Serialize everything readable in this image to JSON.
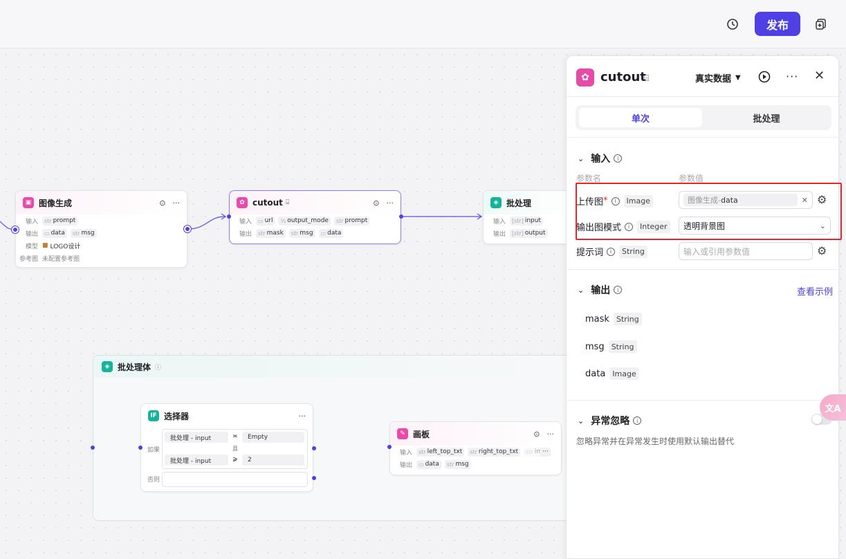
{
  "header": {
    "publish_label": "发布"
  },
  "nodes": {
    "imagegen": {
      "title": "图像生成",
      "in_label": "输入",
      "out_label": "输出",
      "model_label": "模型",
      "ref_label": "参考图",
      "in_params": [
        {
          "type": "str",
          "name": "prompt"
        }
      ],
      "out_params": [
        {
          "type": "img",
          "name": "data"
        },
        {
          "type": "str",
          "name": "msg"
        }
      ],
      "model": "LOGO设计",
      "ref_value": "未配置参考图"
    },
    "cutout": {
      "title": "cutout",
      "in_label": "输入",
      "out_label": "输出",
      "in_params": [
        {
          "type": "img",
          "name": "url"
        },
        {
          "type": "int",
          "name": "output_mode"
        },
        {
          "type": "str",
          "name": "prompt"
        }
      ],
      "out_params": [
        {
          "type": "str",
          "name": "mask"
        },
        {
          "type": "str",
          "name": "msg"
        },
        {
          "type": "img",
          "name": "data"
        }
      ]
    },
    "batch": {
      "title": "批处理",
      "in_label": "输入",
      "out_label": "输出",
      "in_params": [
        {
          "type": "[str]",
          "name": "input"
        }
      ],
      "out_params": [
        {
          "type": "[str]",
          "name": "output"
        }
      ]
    },
    "group": {
      "title": "批处理体"
    },
    "selector": {
      "title": "选择器",
      "if_label": "如果",
      "and_label": "且",
      "else_label": "否则",
      "conditions": [
        {
          "left": "批处理 - input",
          "op": "≍",
          "right": "Empty"
        },
        {
          "left": "批处理 - input",
          "op": "⩾",
          "right": "2"
        }
      ]
    },
    "board": {
      "title": "画板",
      "in_label": "输入",
      "out_label": "输出",
      "in_params": [
        {
          "type": "str",
          "name": "left_top_txt"
        },
        {
          "type": "str",
          "name": "right_top_txt"
        },
        {
          "type": "str",
          "name": "img"
        }
      ],
      "out_params": [
        {
          "type": "img",
          "name": "data"
        },
        {
          "type": "str",
          "name": "msg"
        }
      ]
    }
  },
  "panel": {
    "title": "cutout",
    "data_mode": "真实数据",
    "tabs": [
      "单次",
      "批处理"
    ],
    "input_section": "输入",
    "param_name_header": "参数名",
    "param_value_header": "参数值",
    "params": [
      {
        "name": "上传图",
        "required": "*",
        "type": "Image",
        "ref_source": "图像生成",
        "ref_sep": " - ",
        "ref_field": "data"
      },
      {
        "name": "输出图模式",
        "type": "Integer",
        "value": "透明背景图"
      },
      {
        "name": "提示词",
        "type": "String",
        "placeholder": "输入或引用参数值"
      }
    ],
    "output_section": "输出",
    "view_example": "查看示例",
    "outputs": [
      {
        "name": "mask",
        "type": "String"
      },
      {
        "name": "msg",
        "type": "String"
      },
      {
        "name": "data",
        "type": "Image"
      }
    ],
    "exception_section": "异常忽略",
    "exception_desc": "忽略异常并在异常发生时使用默认输出替代"
  },
  "colors": {
    "accent": "#4e40e5",
    "highlight": "#e5262a",
    "node_pink": "#e74aa8",
    "node_teal": "#14b39a"
  }
}
